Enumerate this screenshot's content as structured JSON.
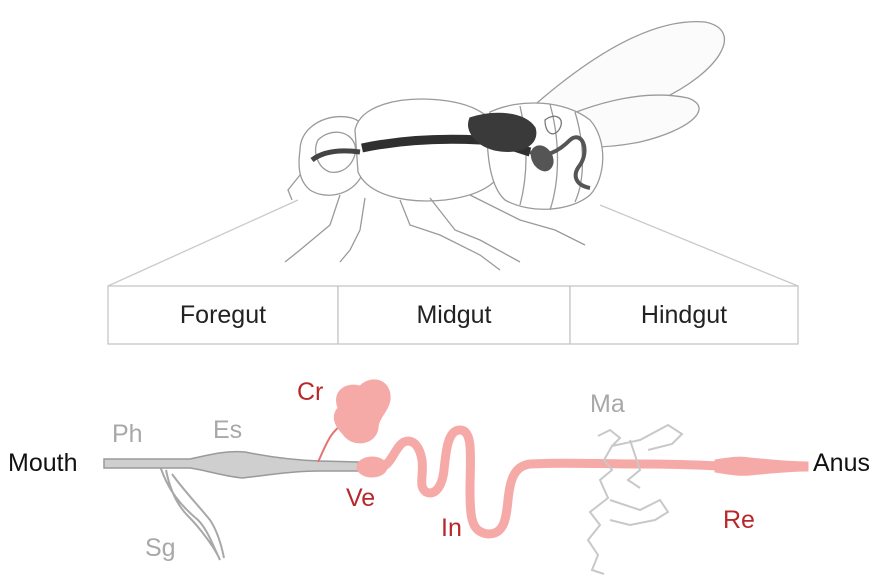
{
  "regions": {
    "foregut": "Foregut",
    "midgut": "Midgut",
    "hindgut": "Hindgut"
  },
  "labels": {
    "mouth": "Mouth",
    "anus": "Anus",
    "pharynx": "Ph",
    "esophagus": "Es",
    "salivary_gland": "Sg",
    "crop": "Cr",
    "ventriculus": "Ve",
    "intestine": "In",
    "malpighian_tubules": "Ma",
    "rectum": "Re"
  },
  "colors": {
    "foregut_parts": "#a8a8a8",
    "midgut_hindgut_parts": "#b8282b",
    "gut_fill": "#f6aaa8",
    "foregut_fill": "#cfcfcf",
    "fly_outline": "#9a9a9a",
    "fly_gut": "#333333"
  }
}
